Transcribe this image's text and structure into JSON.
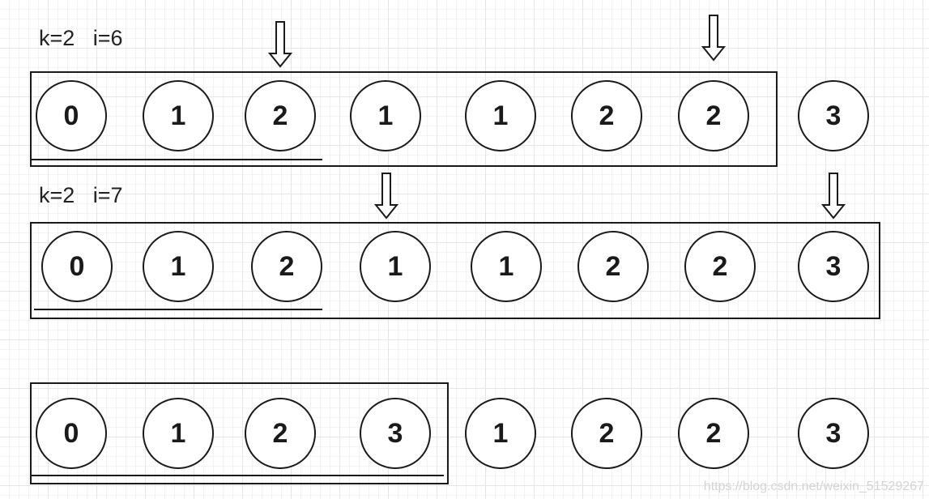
{
  "colors": {
    "stroke": "#1a1a1a",
    "label": "#222222",
    "grid": "#e6e6e6",
    "watermark": "#d4d4d4"
  },
  "rows": [
    {
      "label": "k=2   i=6",
      "values": [
        "0",
        "1",
        "2",
        "1",
        "1",
        "2",
        "2",
        "3"
      ],
      "arrow_indices": [
        2,
        6
      ],
      "window_end_index": 6,
      "underline_end_index": 2
    },
    {
      "label": "k=2   i=7",
      "values": [
        "0",
        "1",
        "2",
        "1",
        "1",
        "2",
        "2",
        "3"
      ],
      "arrow_indices": [
        3,
        7
      ],
      "window_end_index": 7,
      "underline_end_index": 2
    },
    {
      "label": "",
      "values": [
        "0",
        "1",
        "2",
        "3",
        "1",
        "2",
        "2",
        "3"
      ],
      "arrow_indices": [],
      "window_end_index": 3,
      "underline_end_index": 3
    }
  ],
  "arrow_icon": "down-arrow-icon",
  "watermark": "https://blog.csdn.net/weixin_51529267"
}
